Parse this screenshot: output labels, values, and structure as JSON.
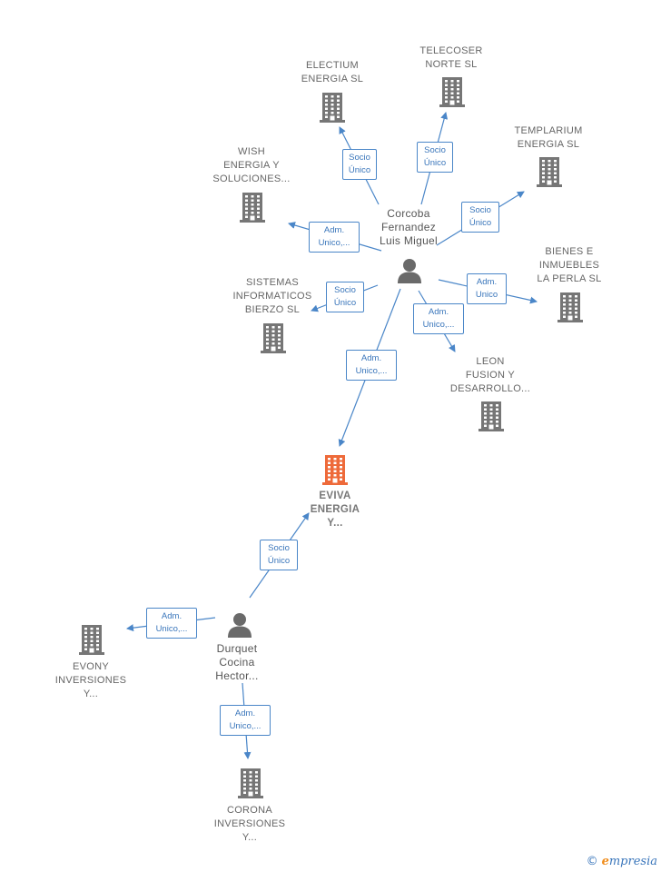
{
  "colors": {
    "building": "#767676",
    "focus": "#ee6a3a",
    "person": "#6a6a6a",
    "edge": "#4a86c8"
  },
  "nodes": [
    {
      "id": "electium",
      "type": "company",
      "label": "ELECTIUM\nENERGIA  SL"
    },
    {
      "id": "telecoser",
      "type": "company",
      "label": "TELECOSER\nNORTE SL"
    },
    {
      "id": "templarium",
      "type": "company",
      "label": "TEMPLARIUM\nENERGIA  SL"
    },
    {
      "id": "wish",
      "type": "company",
      "label": "WISH\nENERGIA Y\nSOLUCIONES..."
    },
    {
      "id": "bienes",
      "type": "company",
      "label": "BIENES E\nINMUEBLES\nLA PERLA  SL"
    },
    {
      "id": "sistemas",
      "type": "company",
      "label": "SISTEMAS\nINFORMATICOS\nBIERZO  SL"
    },
    {
      "id": "leon",
      "type": "company",
      "label": "LEON\nFUSION Y\nDESARROLLO..."
    },
    {
      "id": "eviva",
      "type": "focus",
      "label": "EVIVA\nENERGIA\nY..."
    },
    {
      "id": "evony",
      "type": "company",
      "label": "EVONY\nINVERSIONES\nY..."
    },
    {
      "id": "corona",
      "type": "company",
      "label": "CORONA\nINVERSIONES\nY..."
    },
    {
      "id": "corcoba",
      "type": "person",
      "label": "Corcoba\nFernandez\nLuis Miguel"
    },
    {
      "id": "durquet",
      "type": "person",
      "label": "Durquet\nCocina\nHector..."
    }
  ],
  "edges": [
    {
      "from": "corcoba",
      "to": "electium",
      "label": "Socio\nÚnico"
    },
    {
      "from": "corcoba",
      "to": "telecoser",
      "label": "Socio\nÚnico"
    },
    {
      "from": "corcoba",
      "to": "templarium",
      "label": "Socio\nÚnico"
    },
    {
      "from": "corcoba",
      "to": "wish",
      "label": "Adm.\nUnico,..."
    },
    {
      "from": "corcoba",
      "to": "sistemas",
      "label": "Socio\nÚnico"
    },
    {
      "from": "corcoba",
      "to": "bienes",
      "label": "Adm.\nUnico"
    },
    {
      "from": "corcoba",
      "to": "leon",
      "label": "Adm.\nUnico,..."
    },
    {
      "from": "corcoba",
      "to": "eviva",
      "label": "Adm.\nUnico,..."
    },
    {
      "from": "durquet",
      "to": "eviva",
      "label": "Socio\nÚnico"
    },
    {
      "from": "durquet",
      "to": "evony",
      "label": "Adm.\nUnico,..."
    },
    {
      "from": "durquet",
      "to": "corona",
      "label": "Adm.\nUnico,..."
    }
  ],
  "footer": {
    "copyright": "©",
    "brand_initial": "e",
    "brand_rest": "mpresia"
  }
}
